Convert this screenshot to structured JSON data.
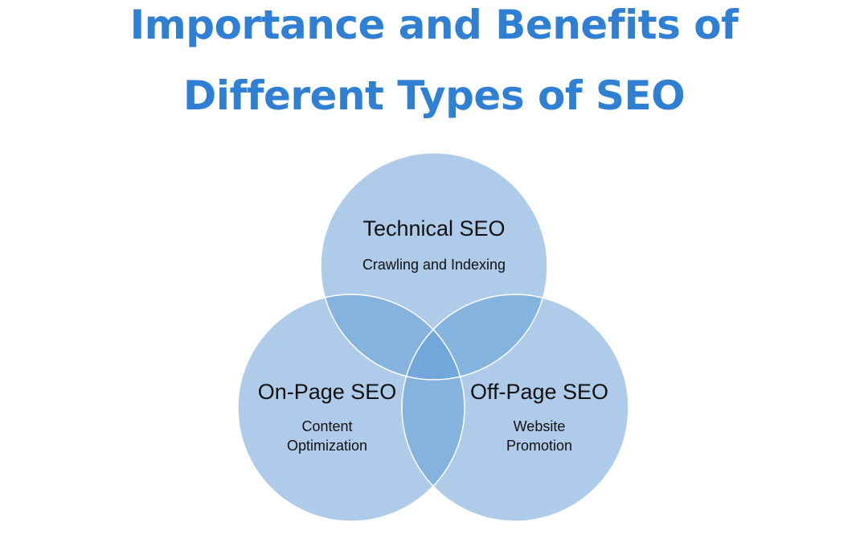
{
  "title": {
    "line1": "Importance and Benefits of",
    "line2": "Different Types of SEO",
    "color": "#2f80d4"
  },
  "venn": {
    "colors": {
      "circle_fill": "#aecbe9",
      "pair_overlap": "#85b3df",
      "triple_overlap": "#72a7dc",
      "outline": "#ffffff"
    },
    "circles": [
      {
        "name": "Technical SEO",
        "subtitle": [
          "Crawling and Indexing"
        ]
      },
      {
        "name": "On-Page SEO",
        "subtitle": [
          "Content",
          "Optimization"
        ]
      },
      {
        "name": "Off-Page SEO",
        "subtitle": [
          "Website",
          "Promotion"
        ]
      }
    ]
  }
}
